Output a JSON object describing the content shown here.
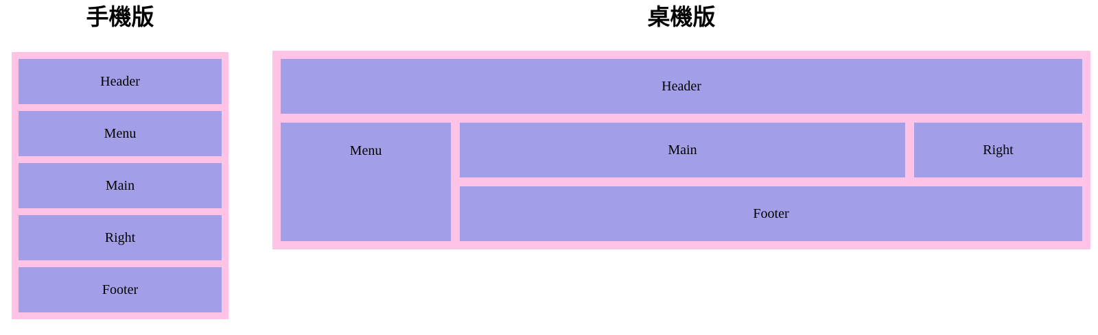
{
  "titles": {
    "mobile": "手機版",
    "desktop": "桌機版"
  },
  "mobile": {
    "boxes": [
      "Header",
      "Menu",
      "Main",
      "Right",
      "Footer"
    ]
  },
  "desktop": {
    "boxes": {
      "header": "Header",
      "menu": "Menu",
      "main": "Main",
      "right": "Right",
      "footer": "Footer"
    }
  },
  "colors": {
    "pink": "#ffc3e6",
    "purple": "#a39ee8",
    "text": "#000000"
  }
}
